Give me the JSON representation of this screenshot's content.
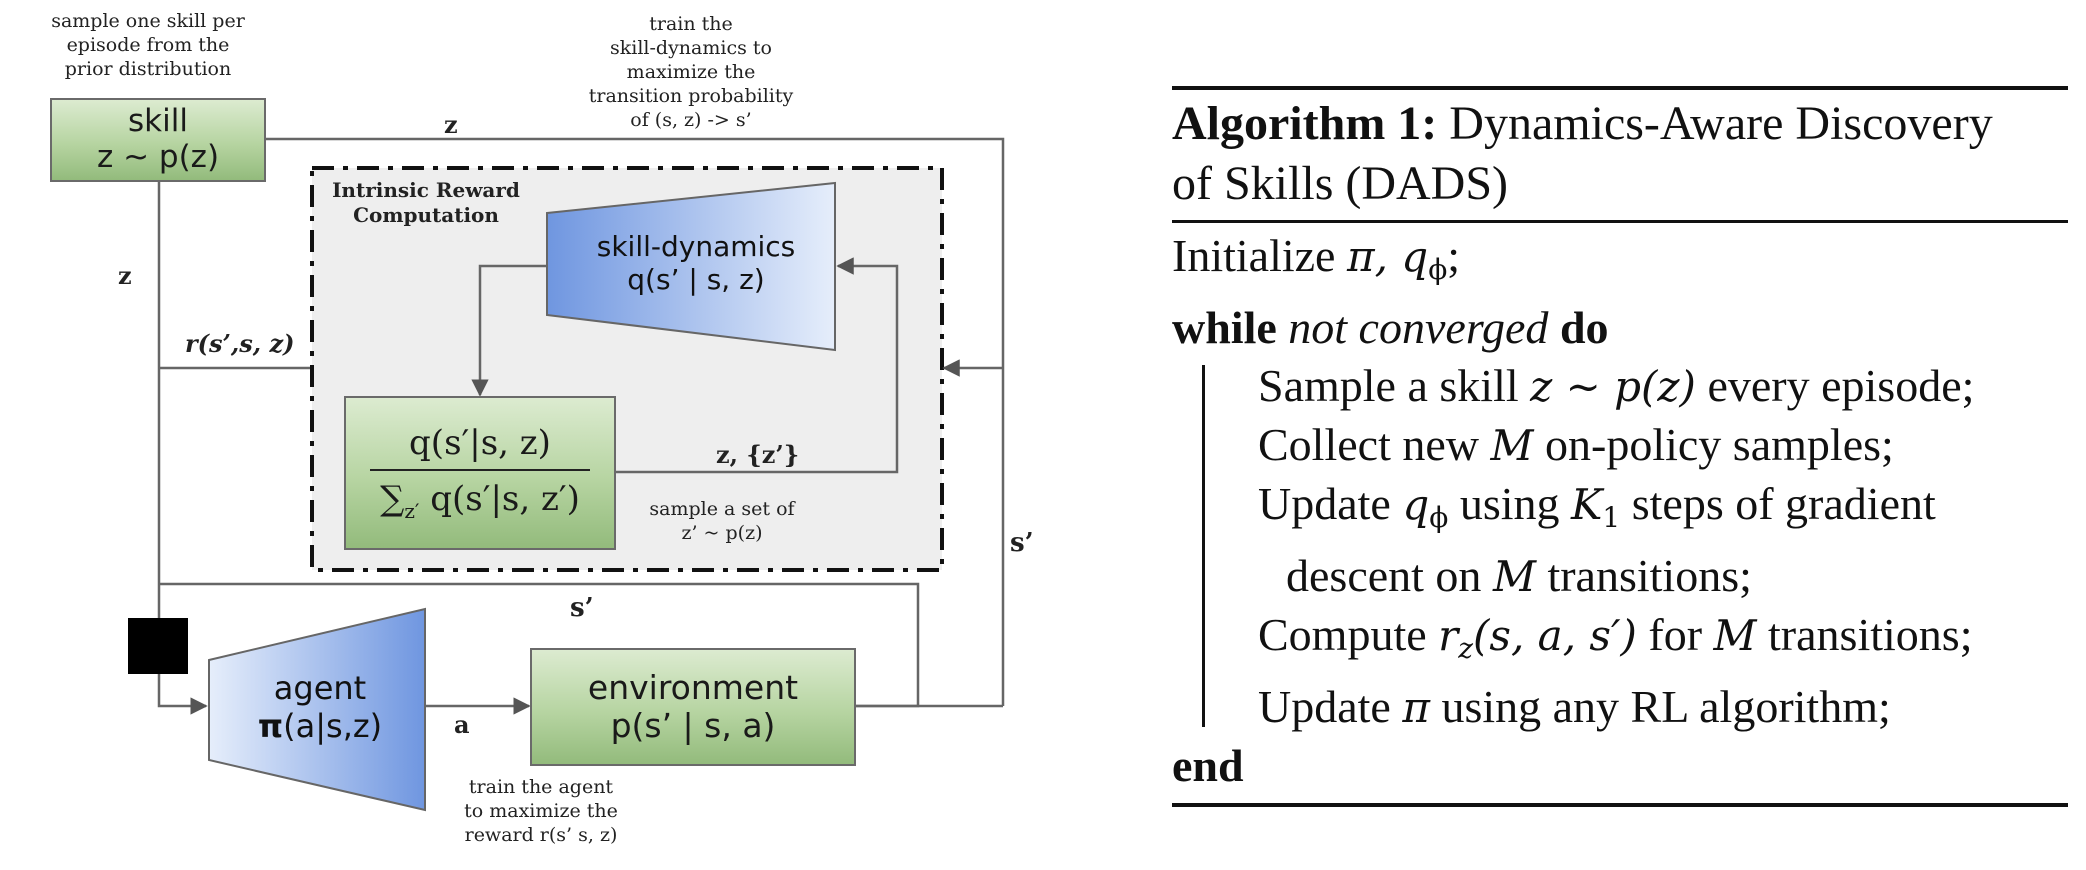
{
  "diagram": {
    "skill_box": {
      "line1": "skill",
      "line2": "z ~ p(z)"
    },
    "skill_dynamics": {
      "line1": "skill-dynamics",
      "line2": "q(s’ | s, z)"
    },
    "reward_fraction": {
      "numerator": "q(s′|s, z)",
      "denominator": "∑z′ q(s′|s, z′)",
      "denominator_sum": "∑",
      "denominator_sub": "z′",
      "denominator_rest": " q(s′|s, z′)"
    },
    "agent": {
      "line1": "agent",
      "line2_bold": "π",
      "line2_rest": "(a|s,z)"
    },
    "environment": {
      "line1": "environment",
      "line2": "p(s’ | s, a)"
    },
    "intrinsic_reward_title": [
      "Intrinsic Reward",
      "Computation"
    ],
    "annotations": {
      "sample_skill": [
        "sample one skill per",
        "episode from the",
        "prior distribution"
      ],
      "train_dynamics": [
        "train the",
        "skill-dynamics to",
        "maximize the",
        "transition probability",
        "of (s, z) -> s’"
      ],
      "sample_set": [
        "sample a set of",
        "z’ ~ p(z)"
      ],
      "train_agent": [
        "train the agent",
        "to maximize the",
        "reward r(s’ s, z)"
      ]
    },
    "edge_labels": {
      "z_top": "z",
      "z_left": "z",
      "reward": "r(s’,s, z)",
      "z_set": "z, {z’}",
      "s_prime_right": "s’",
      "s_prime_mid": "s’",
      "a": "a"
    },
    "colors": {
      "green_light": "#dcebd0",
      "green_dark": "#93bb7c",
      "blue_dark": "#6f96e0",
      "blue_light": "#e6eefb",
      "region_fill": "#eeeeee",
      "line": "#666666"
    }
  },
  "algorithm": {
    "title_bold": "Algorithm 1:",
    "title_rest": " Dynamics-Aware Discovery",
    "title_line2": "of Skills (DADS)",
    "init_prefix": "Initialize ",
    "init_math": "π, q",
    "init_sub": "ϕ",
    "init_suffix": ";",
    "while_kw": "while",
    "while_cond": "not converged",
    "do_kw": "do",
    "step1_prefix": "Sample a skill ",
    "step1_math": "z ∼ p(z)",
    "step1_suffix": " every episode;",
    "step2_prefix": "Collect new ",
    "step2_math": "M",
    "step2_suffix": " on-policy samples;",
    "step3_prefix": "Update ",
    "step3_math": "q",
    "step3_sub": "ϕ",
    "step3_mid": " using ",
    "step3_math2": "K",
    "step3_sub2": "1",
    "step3_suffix": " steps of gradient",
    "step3b_prefix": "descent on ",
    "step3b_math": "M",
    "step3b_suffix": " transitions;",
    "step4_prefix": "Compute ",
    "step4_math": "r",
    "step4_sub": "z",
    "step4_args": "(s, a, s′)",
    "step4_mid": " for ",
    "step4_math2": "M",
    "step4_suffix": " transitions;",
    "step5_prefix": "Update ",
    "step5_math": "π",
    "step5_suffix": " using any RL algorithm;",
    "end_kw": "end"
  }
}
